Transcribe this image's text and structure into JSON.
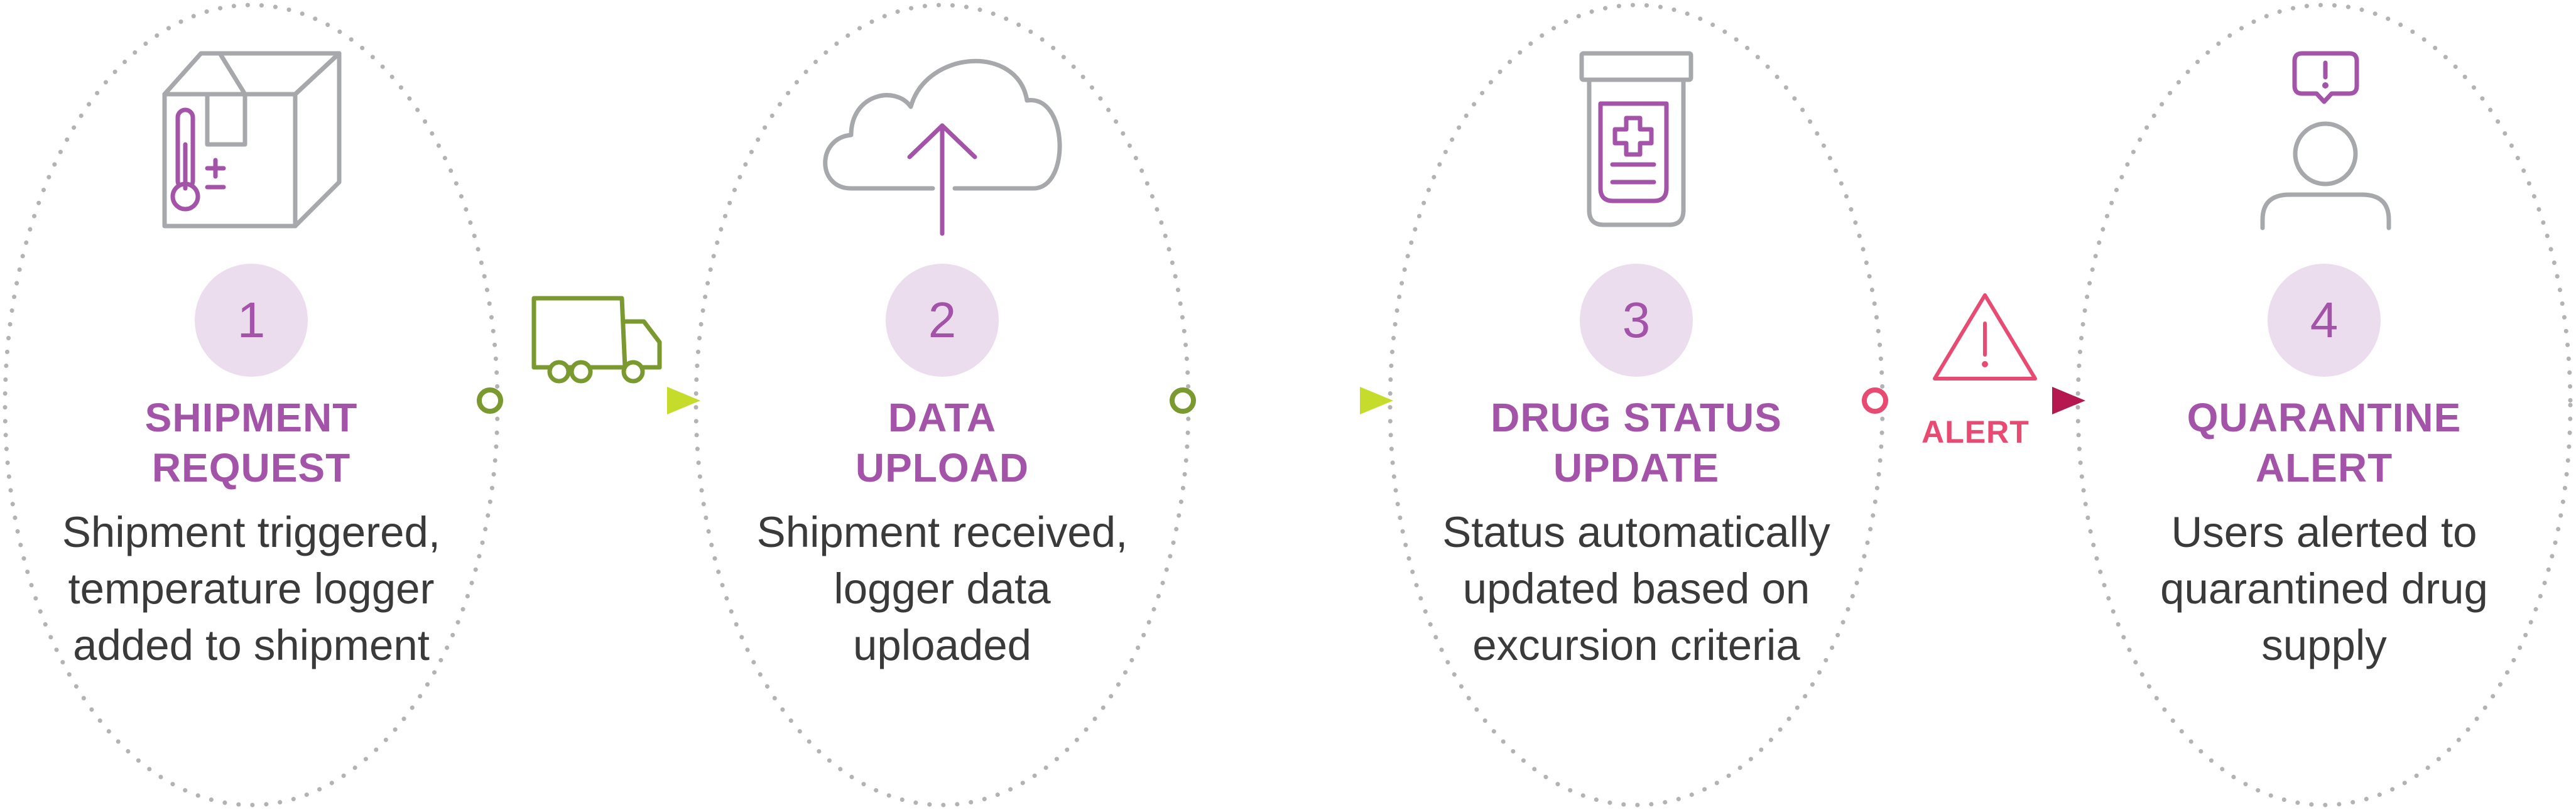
{
  "steps": [
    {
      "number": "1",
      "title_lines": [
        "SHIPMENT",
        "REQUEST"
      ],
      "desc_lines": [
        "Shipment triggered,",
        "temperature logger",
        "added to shipment"
      ],
      "icon": "box-thermometer-icon"
    },
    {
      "number": "2",
      "title_lines": [
        "DATA",
        "UPLOAD"
      ],
      "desc_lines": [
        "Shipment received,",
        "logger data",
        "uploaded"
      ],
      "icon": "cloud-upload-icon"
    },
    {
      "number": "3",
      "title_lines": [
        "DRUG STATUS",
        "UPDATE"
      ],
      "desc_lines": [
        "Status automatically",
        "updated based on",
        "excursion criteria"
      ],
      "icon": "medicine-bottle-icon"
    },
    {
      "number": "4",
      "title_lines": [
        "QUARANTINE",
        "ALERT"
      ],
      "desc_lines": [
        "Users alerted to",
        "quarantined drug",
        "supply"
      ],
      "icon": "user-alert-icon"
    }
  ],
  "connectors": [
    {
      "icon": "delivery-truck-icon",
      "label": ""
    },
    {
      "icon": "",
      "label": ""
    },
    {
      "icon": "warning-triangle-icon",
      "label": "ALERT"
    }
  ],
  "colors": {
    "accent_purple": "#a353a8",
    "number_circle_bg": "#ebdcee",
    "outline_gray": "#b3b3b3",
    "icon_gray": "#a6a8ab",
    "arrow_green_start": "#7a9a2f",
    "arrow_green_end": "#c5dc2b",
    "alert_pink": "#e84a72",
    "alert_crimson": "#b5174f",
    "text_dark": "#3a3a3a"
  }
}
